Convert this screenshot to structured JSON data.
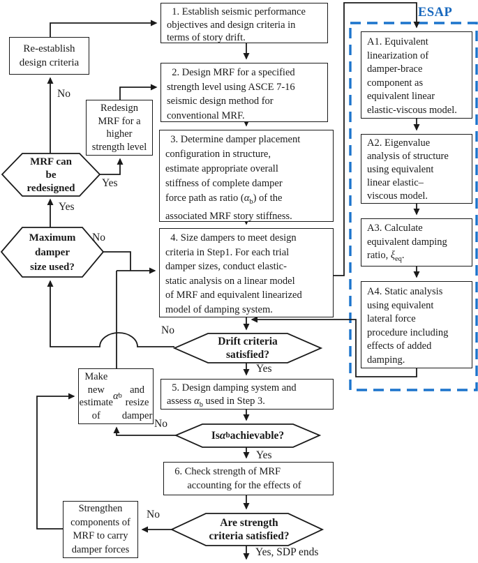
{
  "title": "Seismic design procedure (SDP) flowchart",
  "colors": {
    "line": "#1a1a1a",
    "esap_blue": "#1667bd",
    "dash_blue": "#1c74cc",
    "box_fill": "#ffffff"
  },
  "esap": {
    "label": "ESAP"
  },
  "boxes": {
    "step1": "  1. Establish seismic performance\nobjectives and design criteria in\nterms of story drift.",
    "step2": "  2. Design MRF for a specified\nstrength level using ASCE 7-16\nseismic design method for\nconventional MRF.",
    "step3": "  3. Determine damper placement\nconfiguration in structure,\nestimate appropriate overall\nstiffness of complete damper\nforce path as ratio (α_{b}) of the\nassociated MRF story stiffness.",
    "step4": "  4. Size dampers to meet design\ncriteria in Step1. For each trial\ndamper sizes, conduct elastic-\nstatic analysis on a linear model\nof MRF and equivalent linearized\nmodel of damping system.",
    "step5": "  5. Design damping system and\nassess α_{b} used in Step 3.",
    "step6": "  6. Check strength of MRF\n       accounting for the effects of",
    "reestablish": "Re-establish\ndesign criteria",
    "redesign": "Redesign\nMRF for a\nhigher\nstrength level",
    "make_new": "Make new\nestimate of α_{b}\nand resize\ndamper",
    "strengthen": "Strengthen\ncomponents of\nMRF to carry\ndamper forces",
    "a1": "A1. Equivalent\nlinearization of\ndamper-brace\ncomponent as\nequivalent linear\nelastic-viscous model.",
    "a2": "A2. Eigenvalue\nanalysis of structure\nusing equivalent\nlinear elastic–\nviscous model.",
    "a3": "A3. Calculate\nequivalent damping\nratio, ξ_{eq}.",
    "a4": "A4. Static analysis\nusing equivalent\nlateral force\nprocedure including\neffects of added\ndamping."
  },
  "decisions": {
    "mrf_redesign": "MRF can\nbe\nredesigned",
    "max_damper": "Maximum\ndamper\nsize used?",
    "drift": "Drift criteria\nsatisfied?",
    "ab": "Is α_{b} achievable?",
    "strength": "Are strength\ncriteria satisfied?"
  },
  "labels": {
    "no_reestablish": "No",
    "yes_redesign": "Yes",
    "yes_mrf": "Yes",
    "no_maxdamper": "No",
    "no_drift": "No",
    "yes_drift": "Yes",
    "no_ab": "No",
    "yes_ab": "Yes",
    "no_strength": "No",
    "end": "Yes, SDP ends"
  }
}
